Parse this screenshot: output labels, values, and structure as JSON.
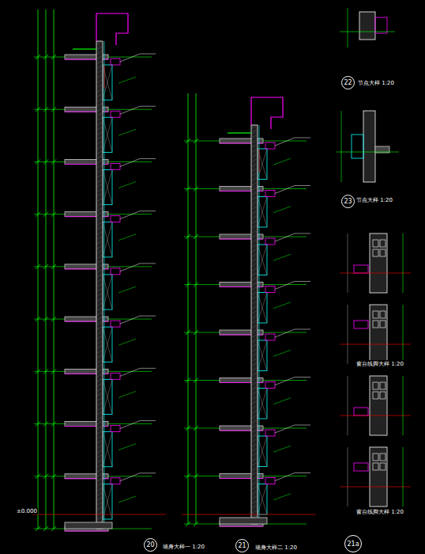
{
  "diagram": {
    "nodes": [
      {
        "text": [
          "20"
        ]
      },
      {
        "text": [
          "21"
        ]
      },
      {
        "text": [
          "21a"
        ]
      },
      {
        "text": [
          "22"
        ]
      },
      {
        "text": [
          "23"
        ]
      }
    ],
    "labels": [
      "墙身大样一 1:20",
      "墙身大样二 1:20",
      "窗台线脚大样 1:20",
      "窗台线脚大样 1:20",
      "节点大样 1:20",
      "节点大样 1:20",
      "±0.000"
    ]
  }
}
